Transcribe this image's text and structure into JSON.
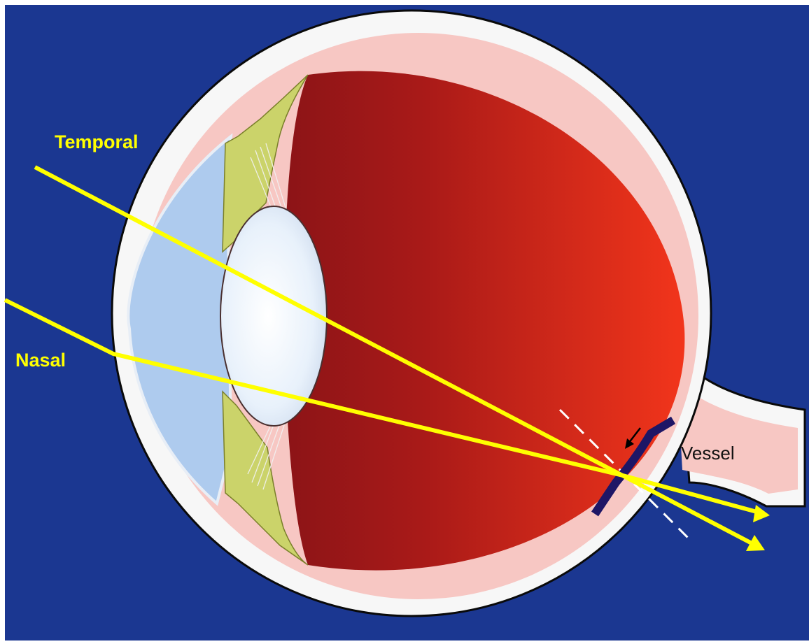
{
  "labels": {
    "temporal": "Temporal",
    "nasal": "Nasal",
    "vessel": "Vessel"
  },
  "colors": {
    "background": "#1b3791",
    "ray": "#ffff00",
    "vessel": "#1e1666",
    "sclera": "#f7f7f7",
    "choroid": "#f7c7c3",
    "cornea": "#aecbee",
    "ciliary_body": "#cbd36a",
    "lens": "#e8f1fb",
    "vitreous_dark": "#8c1417",
    "vitreous_light": "#f2351b",
    "pointer": "#000000",
    "dashed_line": "#ffffff"
  },
  "icons": {
    "ray_arrowhead": "arrowhead-icon",
    "vessel_pointer": "pointer-arrow-icon"
  }
}
